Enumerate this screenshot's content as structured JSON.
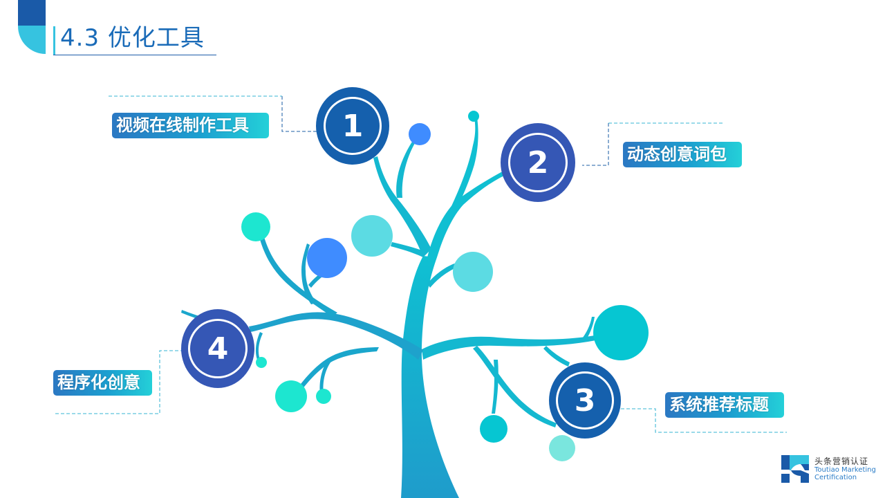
{
  "header": {
    "title": "4.3  优化工具",
    "accent_dark": "#1a5aa8",
    "accent_light": "#36c3e0"
  },
  "items": [
    {
      "number": "1",
      "label": "视频在线制作工具",
      "circle_color": "#1560ad"
    },
    {
      "number": "2",
      "label": "动态创意词包",
      "circle_color": "#3557b5"
    },
    {
      "number": "3",
      "label": "系统推荐标题",
      "circle_color": "#1560ad"
    },
    {
      "number": "4",
      "label": "程序化创意",
      "circle_color": "#3557b5"
    }
  ],
  "colors": {
    "trunk": "#1ea2cc",
    "branch": "#12b9cf",
    "leaf_blue": "#3f8cff",
    "leaf_cyan": "#5cdbe3",
    "leaf_teal": "#1de6d0",
    "leaf_dark_cyan": "#06c6d2"
  },
  "footer": {
    "logo_cn": "头条营销认证",
    "logo_en_line1": "Toutiao Marketing",
    "logo_en_line2": "Certification"
  }
}
